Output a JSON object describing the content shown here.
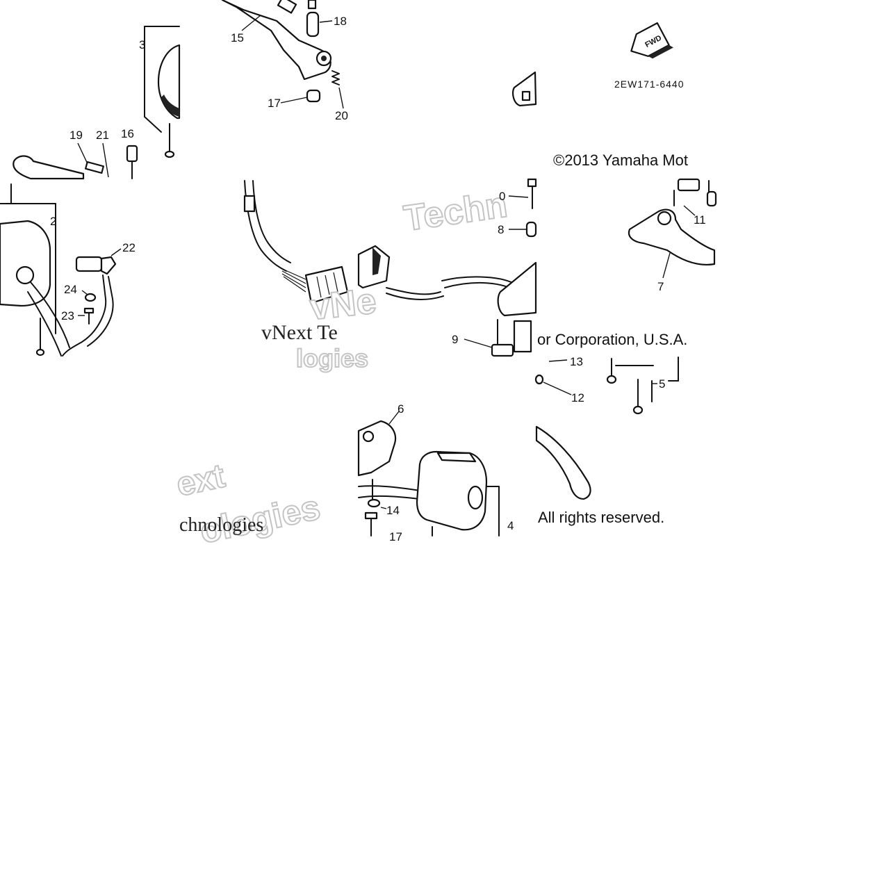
{
  "figure": {
    "part_code": "2EW171-6440",
    "fwd_tag": "FWD",
    "copyright_line_1": "©2013 Yamaha Mot",
    "copyright_line_2": "or Corporation, U.S.A.",
    "copyright_line_3": "All rights reserved."
  },
  "watermarks": {
    "w1": "Techn",
    "w2": "vNext Te",
    "w3": "logies",
    "w4": "vNe",
    "w5": "ext",
    "w6": "ologies",
    "w7": "chnologies"
  },
  "callouts": {
    "c2": "2",
    "c3": "3",
    "c4": "4",
    "c5": "5",
    "c6": "6",
    "c7": "7",
    "c8": "8",
    "c9": "9",
    "c10": "0",
    "c11": "11",
    "c12": "12",
    "c13": "13",
    "c14": "14",
    "c15": "15",
    "c16": "16",
    "c17a": "17",
    "c17b": "17",
    "c18": "18",
    "c19": "19",
    "c20": "20",
    "c21": "21",
    "c22": "22",
    "c23": "23",
    "c24": "24"
  }
}
